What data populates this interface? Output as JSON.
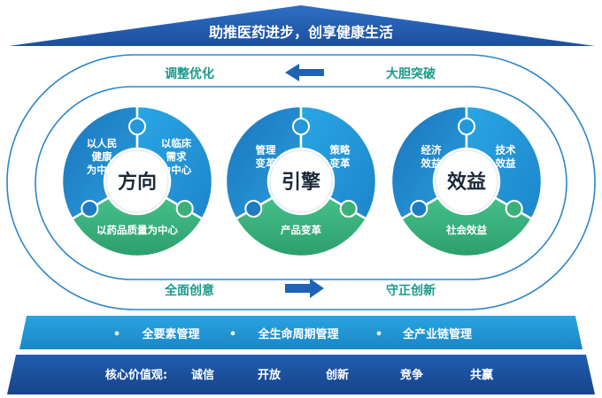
{
  "header": {
    "slogan": "助推医药进步，创享健康生活"
  },
  "loop": {
    "top_left": "调整优化",
    "top_right": "大胆突破",
    "bottom_left": "全面创意",
    "bottom_right": "守正创新"
  },
  "circles": [
    {
      "center": "方向",
      "pieces": [
        "以人民\n健康\n为中心",
        "以临床\n需求\n为中心",
        "以药品质量为中心"
      ]
    },
    {
      "center": "引擎",
      "pieces": [
        "管理\n变革",
        "策略\n变革",
        "产品变革"
      ]
    },
    {
      "center": "效益",
      "pieces": [
        "经济\n效益",
        "技术\n效益",
        "社会效益"
      ]
    }
  ],
  "management_bar": {
    "items": [
      "全要素管理",
      "全生命周期管理",
      "全产业链管理"
    ]
  },
  "values_bar": {
    "label": "核心价值观:",
    "values": [
      "诚信",
      "开放",
      "创新",
      "竞争",
      "共赢"
    ]
  },
  "colors": {
    "dark_blue": "#1f4e9c",
    "mid_blue": "#1d7fc4",
    "light_blue": "#2a9fdc",
    "green": "#3db07a",
    "teal_text": "#1a9a8a",
    "loop_line": "#2a86c8"
  }
}
